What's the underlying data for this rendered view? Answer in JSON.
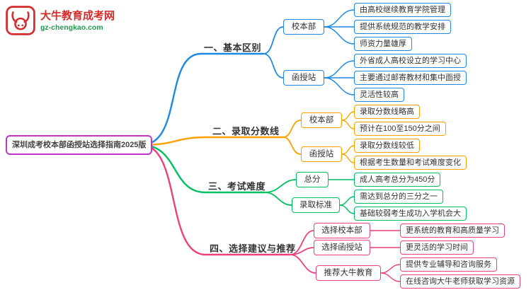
{
  "logo": {
    "site_name": "大牛教育成考网",
    "site_url": "gz-chengkao.com"
  },
  "root": {
    "label": "深圳成考校本部函授站选择指南2025版"
  },
  "colors": {
    "root_border": "#c136c9",
    "branch1": "#1e88e5",
    "branch2": "#ffa000",
    "branch3": "#00c060",
    "branch4": "#ec407a",
    "logo_red": "#d42b2b",
    "logo_green": "#1f9d4d"
  },
  "branches": [
    {
      "label": "一、基本区别",
      "children": [
        {
          "label": "校本部",
          "leaves": [
            "由高校继续教育学院管理",
            "提供系统规范的教学安排",
            "师资力量雄厚"
          ]
        },
        {
          "label": "函授站",
          "leaves": [
            "外省成人高校设立的学习中心",
            "主要通过邮寄教材和集中面授",
            "灵活性较高"
          ]
        }
      ]
    },
    {
      "label": "二、录取分数线",
      "children": [
        {
          "label": "校本部",
          "leaves": [
            "录取分数线略高",
            "预计在100至150分之间"
          ]
        },
        {
          "label": "函授站",
          "leaves": [
            "录取分数线较低",
            "根据考生数量和考试难度变化"
          ]
        }
      ]
    },
    {
      "label": "三、考试难度",
      "children": [
        {
          "label": "总分",
          "leaves": [
            "成人高考总分为450分"
          ]
        },
        {
          "label": "录取标准",
          "leaves": [
            "需达到总分的三分之一",
            "基础较弱考生成功入学机会大"
          ]
        }
      ]
    },
    {
      "label": "四、选择建议与推荐",
      "children": [
        {
          "label": "选择校本部",
          "leaves": [
            "更系统的教育和高质量学习"
          ]
        },
        {
          "label": "选择函授站",
          "leaves": [
            "更灵活的学习时间"
          ]
        },
        {
          "label": "推荐大牛教育",
          "leaves": [
            "提供专业辅导和咨询服务",
            "在线咨询大牛老师获取学习资源"
          ]
        }
      ]
    }
  ]
}
